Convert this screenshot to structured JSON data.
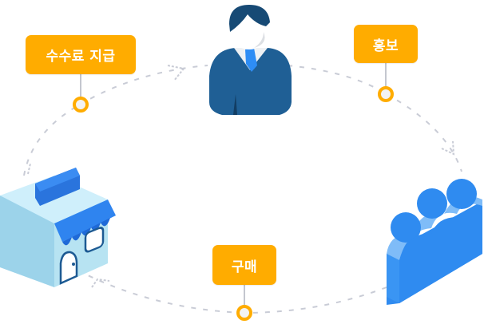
{
  "diagram": {
    "steps": [
      {
        "id": "fee",
        "label": "수수료 지급"
      },
      {
        "id": "promo",
        "label": "홍보"
      },
      {
        "id": "buy",
        "label": "구매"
      }
    ],
    "nodes": [
      {
        "id": "promoter",
        "icon": "businessman-icon"
      },
      {
        "id": "customers",
        "icon": "people-group-icon"
      },
      {
        "id": "store",
        "icon": "store-icon"
      }
    ],
    "colors": {
      "label_bg": "#ffac00",
      "label_text": "#ffffff",
      "path": "#c9ccd6",
      "suit": "#1f5f95",
      "hair": "#174a75",
      "tie": "#2e8df5",
      "group": "#2f8bf0",
      "group_light": "#7fbcf8",
      "store_side": "#9cd3ea",
      "store_top": "#cfeffb",
      "awning": "#2f84ef",
      "sign": "#2a74dd",
      "door": "#1d5a93"
    }
  }
}
